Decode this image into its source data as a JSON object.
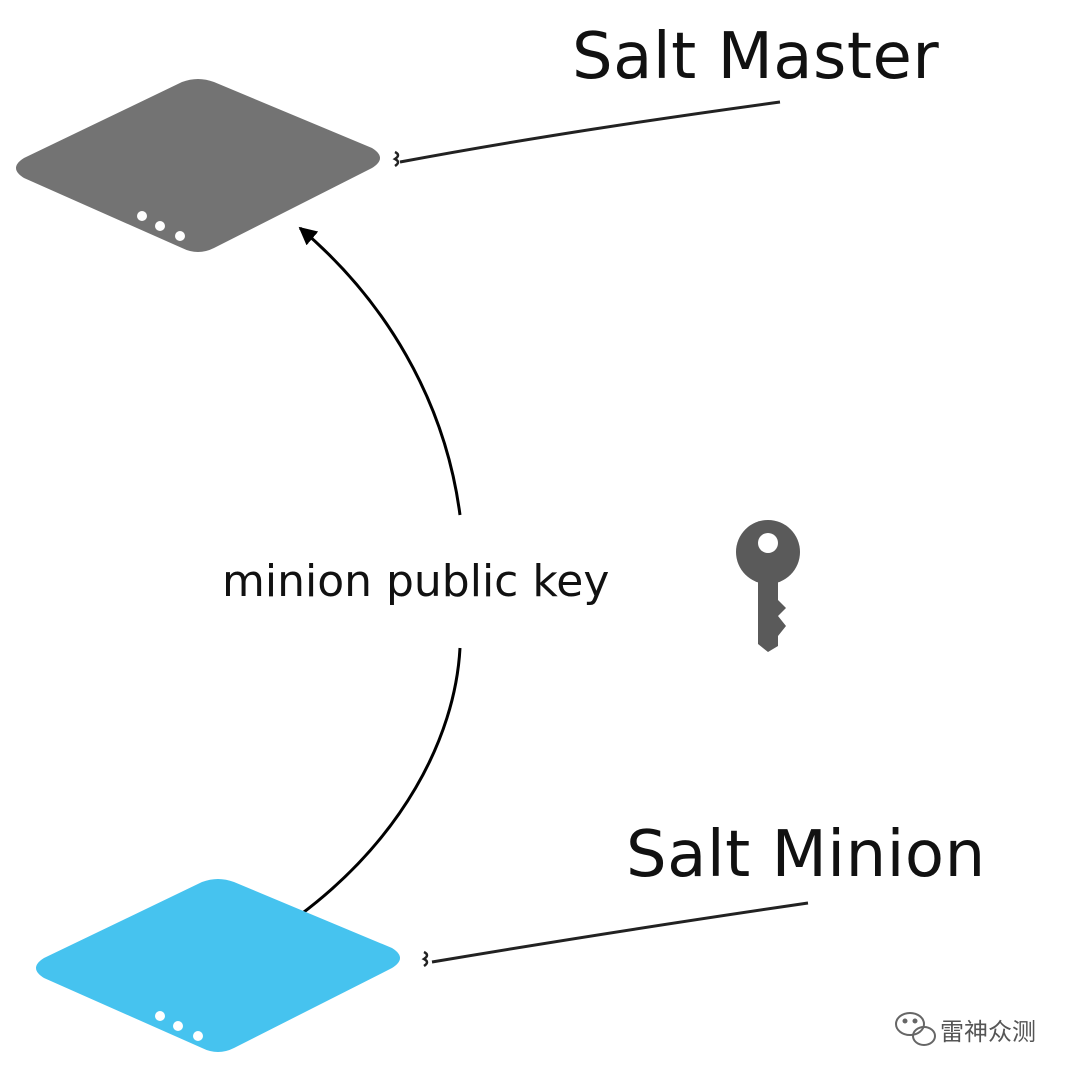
{
  "nodes": {
    "master": {
      "title": "Salt Master",
      "color": "#737373"
    },
    "minion": {
      "title": "Salt Minion",
      "color": "#46C3EF"
    }
  },
  "edge": {
    "label": "minion public key",
    "icon": "key-icon",
    "icon_color": "#5a5a5a"
  },
  "watermark": {
    "text": "雷神众测",
    "icon": "wechat-icon"
  }
}
